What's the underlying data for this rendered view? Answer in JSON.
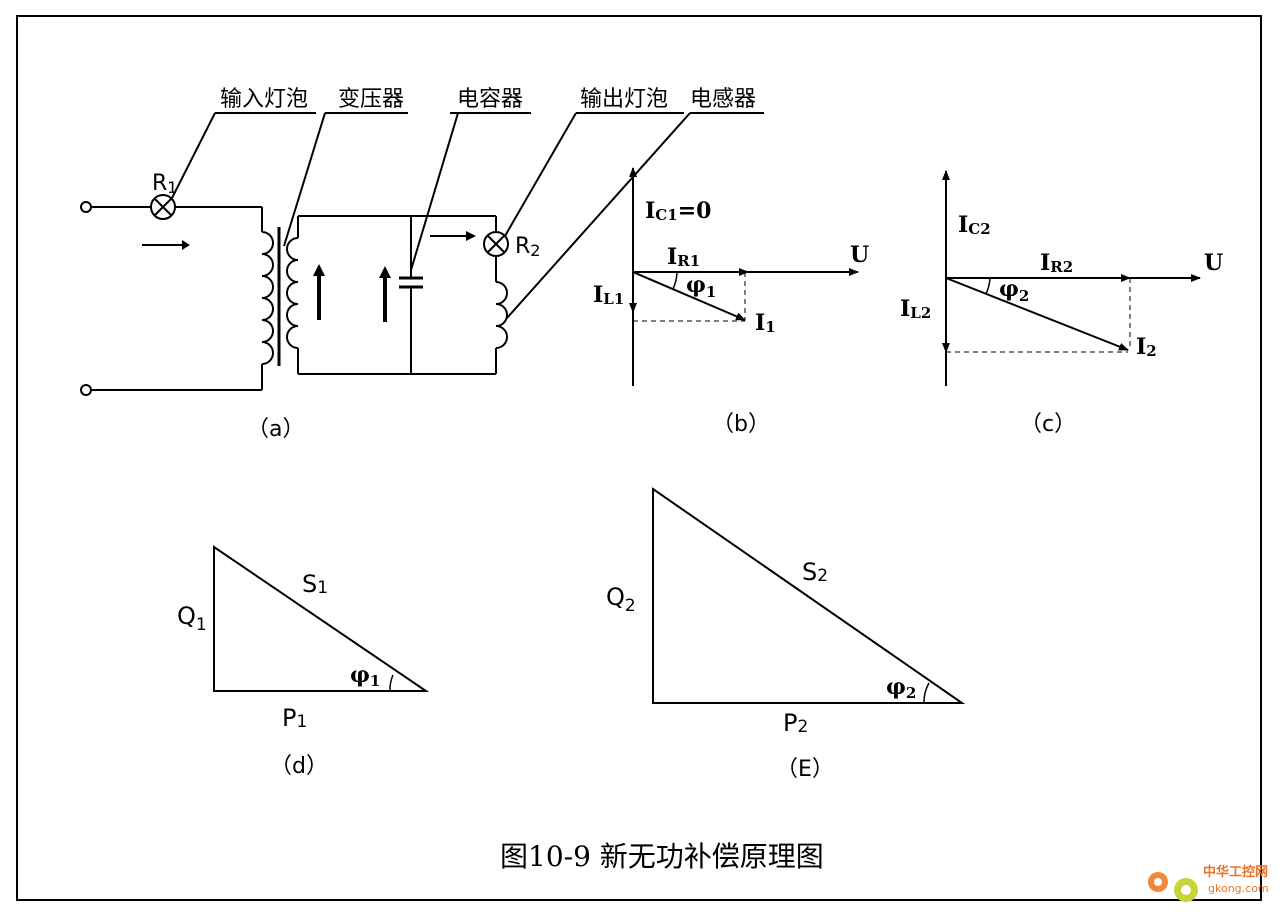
{
  "figure": {
    "caption": "图10-9 新无功补偿原理图"
  },
  "panel_a": {
    "callouts": {
      "input_bulb": "输入灯泡",
      "transformer": "变压器",
      "capacitor": "电容器",
      "output_bulb": "输出灯泡",
      "inductor": "电感器"
    },
    "r1": {
      "main": "R",
      "sub": "1"
    },
    "r2": {
      "main": "R",
      "sub": "2"
    },
    "sublabel": "（a）"
  },
  "panel_b": {
    "ic1": {
      "main": "I",
      "sub": "C1",
      "suffix": "=0"
    },
    "ir1": {
      "main": "I",
      "sub": "R1"
    },
    "il1": {
      "main": "I",
      "sub": "L1"
    },
    "u": "U",
    "phi": {
      "main": "φ",
      "sub": "1"
    },
    "i1": {
      "main": "I",
      "sub": "1"
    },
    "sublabel": "（b）"
  },
  "panel_c": {
    "ic2": {
      "main": "I",
      "sub": "C2"
    },
    "ir2": {
      "main": "I",
      "sub": "R2"
    },
    "il2": {
      "main": "I",
      "sub": "L2"
    },
    "u": "U",
    "phi": {
      "main": "φ",
      "sub": "2"
    },
    "i2": {
      "main": "I",
      "sub": "2"
    },
    "sublabel": "（c）"
  },
  "panel_d": {
    "s": {
      "main": "S",
      "sub": "1"
    },
    "q": {
      "main": "Q",
      "sub": "1"
    },
    "p": {
      "main": "P",
      "sub": "1"
    },
    "phi": {
      "main": "φ",
      "sub": "1"
    },
    "sublabel": "（d）"
  },
  "panel_e": {
    "s": {
      "main": "S",
      "sub": "2"
    },
    "q": {
      "main": "Q",
      "sub": "2"
    },
    "p": {
      "main": "P",
      "sub": "2"
    },
    "phi": {
      "main": "φ",
      "sub": "2"
    },
    "sublabel": "（E）"
  },
  "watermark": {
    "brand": "中华工控网",
    "url": "gkong.com",
    "color": "#e8732a"
  }
}
